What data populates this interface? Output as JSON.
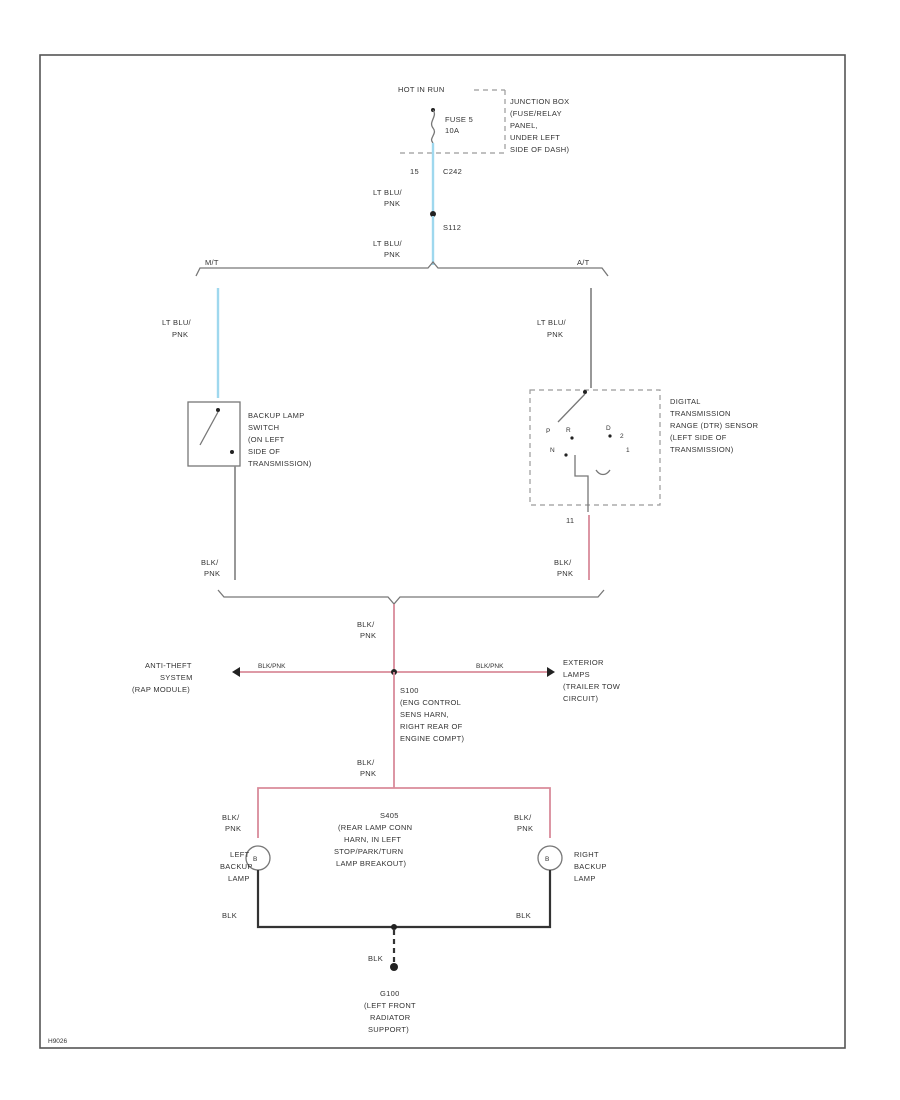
{
  "diagram_id": "H9026",
  "power": {
    "source_label": "HOT IN RUN",
    "fuse_lines": [
      "FUSE 5",
      "10A"
    ],
    "junction_box_lines": [
      "JUNCTION BOX",
      "(FUSE/RELAY",
      "PANEL,",
      "UNDER LEFT",
      "SIDE OF DASH)"
    ],
    "pin": "15",
    "connector": "C242",
    "wire_color_1": [
      "LT BLU/",
      "PNK"
    ],
    "splice": "S112",
    "wire_color_2": [
      "LT BLU/",
      "PNK"
    ]
  },
  "branches": {
    "mt": "M/T",
    "at": "A/T",
    "left_wire": [
      "LT BLU/",
      "PNK"
    ],
    "right_wire": [
      "LT BLU/",
      "PNK"
    ]
  },
  "backup_switch": {
    "lines": [
      "BACKUP LAMP",
      "SWITCH",
      "(ON LEFT",
      "SIDE OF",
      "TRANSMISSION)"
    ]
  },
  "range_sensor": {
    "lines": [
      "DIGITAL",
      "TRANSMISSION",
      "RANGE (DTR) SENSOR",
      "(LEFT SIDE OF",
      "TRANSMISSION)"
    ],
    "contacts": [
      "P",
      "R",
      "N",
      "D",
      "2",
      "1"
    ],
    "pin": "11"
  },
  "lower_wires": {
    "left": [
      "BLK/",
      "PNK"
    ],
    "right": [
      "BLK/",
      "PNK"
    ],
    "center": [
      "BLK/",
      "PNK"
    ],
    "center_lower": [
      "BLK/",
      "PNK"
    ],
    "left_lamp_wire": [
      "BLK/",
      "PNK"
    ],
    "right_lamp_wire": [
      "BLK/",
      "PNK"
    ],
    "ground_left": "BLK",
    "ground_right": "BLK",
    "ground_center": "BLK"
  },
  "branch_wires": {
    "left": "BLK/PNK",
    "right": "BLK/PNK"
  },
  "anti_theft": {
    "lines": [
      "ANTI-THEFT",
      "SYSTEM",
      "(RAP MODULE)"
    ]
  },
  "exterior_lamps": {
    "lines": [
      "EXTERIOR",
      "LAMPS",
      "(TRAILER TOW",
      "CIRCUIT)"
    ]
  },
  "splice_s100": {
    "lines": [
      "S100",
      "(ENG CONTROL",
      "SENS HARN,",
      "RIGHT REAR OF",
      "ENGINE COMPT)"
    ]
  },
  "splice_s405": {
    "lines": [
      "S405",
      "(REAR LAMP CONN",
      "HARN, IN LEFT",
      "STOP/PARK/TURN",
      "LAMP BREAKOUT)"
    ]
  },
  "left_lamp": {
    "lines": [
      "LEFT",
      "BACKUP",
      "LAMP"
    ]
  },
  "right_lamp": {
    "lines": [
      "RIGHT",
      "BACKUP",
      "LAMP"
    ]
  },
  "ground": {
    "lines": [
      "G100",
      "(LEFT FRONT",
      "RADIATOR",
      "SUPPORT)"
    ]
  }
}
